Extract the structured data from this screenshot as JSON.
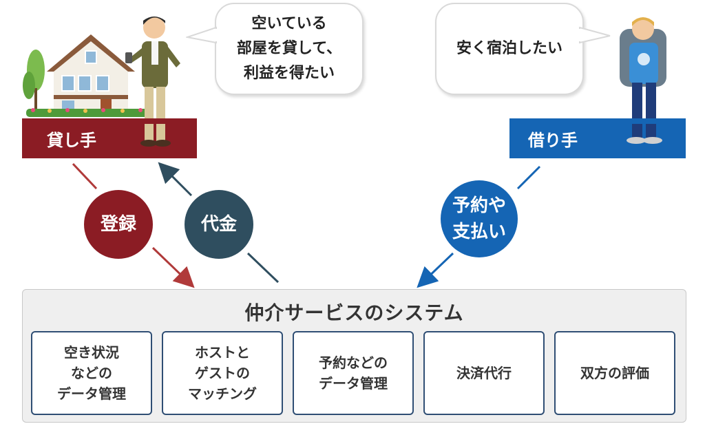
{
  "lender": {
    "label": "貸し手",
    "bubble_lines": [
      "空いている",
      "部屋を貸して、",
      "利益を得たい"
    ],
    "color": "#8b1c24"
  },
  "borrower": {
    "label": "借り手",
    "bubble_lines": [
      "安く宿泊したい"
    ],
    "color": "#1565b4"
  },
  "flows": {
    "register": "登録",
    "payment": "代金",
    "booking_lines": [
      "予約や",
      "支払い"
    ]
  },
  "system": {
    "title": "仲介サービスのシステム",
    "items": [
      {
        "lines": [
          "空き状況",
          "などの",
          "データ管理"
        ]
      },
      {
        "lines": [
          "ホストと",
          "ゲストの",
          "マッチング"
        ]
      },
      {
        "lines": [
          "予約などの",
          "データ管理"
        ]
      },
      {
        "lines": [
          "決済代行"
        ]
      },
      {
        "lines": [
          "双方の評価"
        ]
      }
    ]
  },
  "colors": {
    "red": "#8b1c24",
    "navy": "#2f4e5f",
    "blue": "#1565b4",
    "cell_border": "#2f4e74"
  }
}
